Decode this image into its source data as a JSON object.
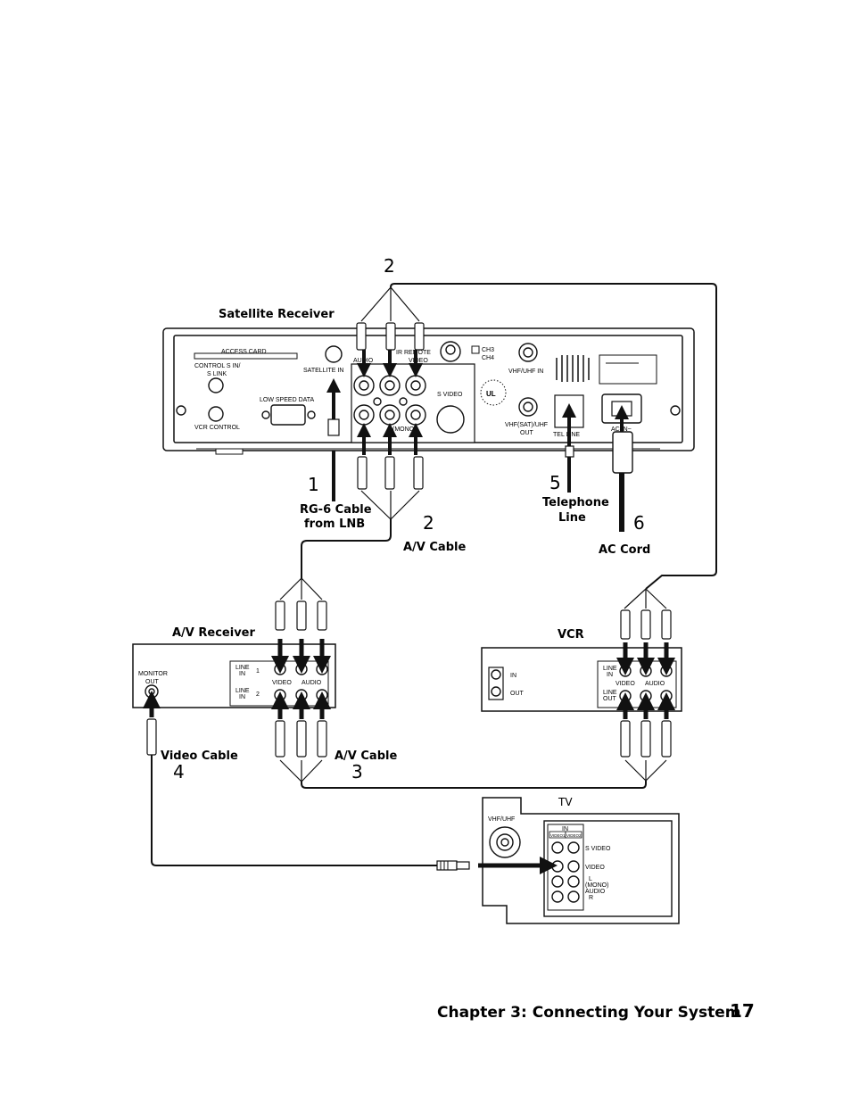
{
  "labels": {
    "satellite_receiver": "Satellite Receiver",
    "av_receiver": "A/V Receiver",
    "vcr": "VCR",
    "tv": "TV",
    "rg6_cable_line1": "RG-6 Cable",
    "rg6_cable_line2": "from LNB",
    "av_cable_top": "A/V Cable",
    "telephone_line_1": "Telephone",
    "telephone_line_2": "Line",
    "ac_cord": "AC Cord",
    "video_cable": "Video Cable",
    "av_cable_bottom": "A/V Cable"
  },
  "step_numbers": {
    "top_2": "2",
    "rg6_1": "1",
    "av_2": "2",
    "phone_5": "5",
    "ac_6": "6",
    "video_4": "4",
    "av_3": "3"
  },
  "receiver_panel": {
    "access_card": "ACCESS CARD",
    "control_s_in": "CONTROL S IN/",
    "s_link": "S LINK",
    "vcr_control": "VCR CONTROL",
    "low_speed_data": "LOW SPEED DATA",
    "satellite_in": "SATELLITE IN",
    "ir_remote": "IR REMOTE",
    "audio": "AUDIO",
    "video": "VIDEO",
    "mono": "(MONO)",
    "s_video": "S VIDEO",
    "ch3": "CH3",
    "ch4": "CH4",
    "vhf_uhf_in": "VHF/UHF IN",
    "vhf_sat_uhf_out_1": "VHF(SAT)/UHF",
    "vhf_sat_uhf_out_2": "OUT",
    "tel_line": "TEL LINE",
    "ac_in": "AC IN~",
    "ul": "UL"
  },
  "av_receiver_panel": {
    "monitor": "MONITOR",
    "out": "OUT",
    "line1": "LINE",
    "in1": "IN",
    "one": "1",
    "line2": "LINE",
    "in2": "IN",
    "two": "2",
    "video": "VIDEO",
    "audio": "AUDIO"
  },
  "vcr_panel": {
    "in": "IN",
    "out": "OUT",
    "line_in_1": "LINE",
    "line_in_2": "IN",
    "video": "VIDEO",
    "audio": "AUDIO",
    "line_out_1": "LINE",
    "line_out_2": "OUT"
  },
  "tv_panel": {
    "vhf_uhf": "VHF/UHF",
    "in": "IN",
    "video1": "VIDEO1",
    "video2": "VIDEO2",
    "s_video": "S VIDEO",
    "video": "VIDEO",
    "l": "L",
    "mono": "(MONO)",
    "audio": "AUDIO",
    "r": "R"
  },
  "footer": {
    "chapter": "Chapter 3: Connecting Your System",
    "page_number": "17"
  }
}
